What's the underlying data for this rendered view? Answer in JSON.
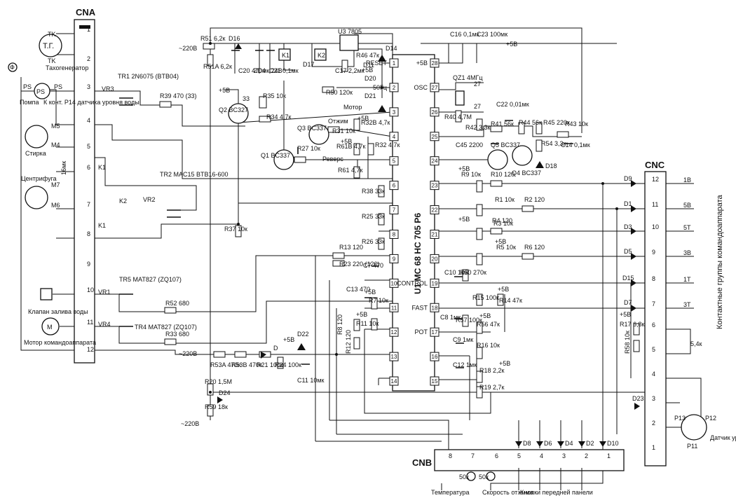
{
  "connectors": {
    "cna": {
      "name": "CNA",
      "pins": [
        {
          "n": "1"
        },
        {
          "n": "2"
        },
        {
          "n": "3"
        },
        {
          "n": "4"
        },
        {
          "n": "5"
        },
        {
          "n": "6"
        },
        {
          "n": "7"
        },
        {
          "n": "8"
        },
        {
          "n": "9"
        },
        {
          "n": "10"
        },
        {
          "n": "11"
        },
        {
          "n": "12"
        }
      ]
    },
    "cnc": {
      "name": "CNC",
      "pins": [
        {
          "n": "12"
        },
        {
          "n": "11"
        },
        {
          "n": "10"
        },
        {
          "n": "9"
        },
        {
          "n": "8"
        },
        {
          "n": "7"
        },
        {
          "n": "6"
        },
        {
          "n": "5"
        },
        {
          "n": "4"
        },
        {
          "n": "3"
        },
        {
          "n": "2"
        },
        {
          "n": "1"
        }
      ],
      "side_label": "Контактные группы командоаппарата",
      "outputs": [
        "1В",
        "5В",
        "5Т",
        "3В",
        "1Т",
        "3Т"
      ]
    },
    "cnb": {
      "name": "CNB",
      "pins": [
        {
          "n": "8"
        },
        {
          "n": "7"
        },
        {
          "n": "6"
        },
        {
          "n": "5"
        },
        {
          "n": "4"
        },
        {
          "n": "3"
        },
        {
          "n": "2"
        },
        {
          "n": "1"
        }
      ]
    }
  },
  "ic": {
    "name": "U1 MC 68 HC 705 P6",
    "left_pins": [
      {
        "n": "1",
        "label": "RESET"
      },
      {
        "n": "2",
        "label": "50Гц"
      },
      {
        "n": "3",
        "label": ""
      },
      {
        "n": "4",
        "label": ""
      },
      {
        "n": "5",
        "label": ""
      },
      {
        "n": "6",
        "label": ""
      },
      {
        "n": "7",
        "label": ""
      },
      {
        "n": "8",
        "label": ""
      },
      {
        "n": "9",
        "label": ""
      },
      {
        "n": "10",
        "label": ""
      },
      {
        "n": "11",
        "label": ""
      },
      {
        "n": "12",
        "label": ""
      },
      {
        "n": "13",
        "label": ""
      },
      {
        "n": "14",
        "label": ""
      }
    ],
    "right_pins": [
      {
        "n": "28",
        "label": "+5В"
      },
      {
        "n": "27",
        "label": "OSC"
      },
      {
        "n": "26",
        "label": ""
      },
      {
        "n": "25",
        "label": ""
      },
      {
        "n": "24",
        "label": ""
      },
      {
        "n": "23",
        "label": ""
      },
      {
        "n": "22",
        "label": ""
      },
      {
        "n": "21",
        "label": ""
      },
      {
        "n": "20",
        "label": ""
      },
      {
        "n": "19",
        "label": "CONTROL"
      },
      {
        "n": "18",
        "label": "FAST"
      },
      {
        "n": "17",
        "label": "POT"
      },
      {
        "n": "16",
        "label": ""
      },
      {
        "n": "15",
        "label": ""
      }
    ]
  },
  "devices": {
    "tacho": {
      "symbol": "Т.Г.",
      "name": "Тахогенератор",
      "t1": "TK",
      "t2": "TK"
    },
    "pump": {
      "symbol": "PS",
      "name": "Помпа",
      "t1": "PS",
      "t2": "PS"
    },
    "level_contact": "К конт. P14 датчика уровня воды",
    "phi": "Ф",
    "wash": {
      "name": "Стирка",
      "m1": "M5",
      "m2": "M4"
    },
    "spin": {
      "name": "Центрифуга",
      "m1": "M7",
      "m2": "M6"
    },
    "cap16": "16мк",
    "valve": "Клапан залива воды",
    "cmotor": {
      "symbol": "M",
      "name": "Мотор командоаппарата"
    },
    "level_sensor": {
      "name": "Датчик уровня воды",
      "p11": "P11",
      "p12": "P12",
      "p13": "P13"
    },
    "mains_top": "~220В",
    "mains_mid": "~220В",
    "mains_low": "~220В"
  },
  "parts": {
    "tr1": "TR1 2N6075 (BTB04)",
    "vr3": "VR3",
    "r39": "R39 470 (33)",
    "q2": "Q2 BC327",
    "r33": "33",
    "p5v_q2": "+5В",
    "r35": "R35 10к",
    "r34": "R34 4,7к",
    "motor": "Мотор",
    "q1": "Q1 BC337",
    "r27": "R27 10к",
    "reverse": "Реверс",
    "q3": "Q3 BC337",
    "otzhim": "Отжим",
    "r31": "R31 10к",
    "r32b": "R32B 4,7к",
    "r32": "R32 4,7к",
    "r61b": "R61B 4,7к",
    "r61": "R61 4,7к",
    "p5v_q3": "+5В",
    "p5v_r61": "+5В",
    "k1_top": "K1",
    "k2_top": "K2",
    "k1_a": "K1",
    "k1_b": "K1",
    "k2": "K2",
    "tr2": "TR2 MAC15 BTB16-600",
    "vr2": "VR2",
    "r37": "R37 10к",
    "r51": "R51 6,2к",
    "d16": "D16",
    "r51a": "R51A 6,2к",
    "c20": "C20 470мк 24В",
    "zd4": "ZD4",
    "c21": "C21 0,1мк",
    "u3": "U3 7805",
    "r46": "R46 47к",
    "d14": "D14",
    "d11": "D11",
    "d17": "D17",
    "c17": "C17 2,2мк",
    "p5v_d20": "+5В",
    "d20": "D20",
    "d21": "D21",
    "r50": "R50 120к",
    "c16": "C16 0,1мк",
    "c23": "C23 100мк",
    "p5v_c23": "+5В",
    "qz1": "QZ1 4МГц",
    "c27a": "27",
    "c27b": "27",
    "r40": "R40 4,7М",
    "c22": "C22 0,01мк",
    "r42": "R42 3,3к",
    "r41": "R41 56к",
    "r44": "R44 56к",
    "r45": "R45 220к",
    "r43": "R43 10к",
    "c45": "C45 2200",
    "q5": "Q5 BC337",
    "q4": "Q4 BC337",
    "r54": "R54 3,3к",
    "d18": "D18",
    "c14": "C14 0,1мк",
    "r9": "R9 10к",
    "r10": "R10 120",
    "r1": "R1 10к",
    "r2": "R2 120",
    "r3": "R3 10к",
    "r4": "R4 120",
    "r5": "R5 10к",
    "r6": "R6 120",
    "p5v_r9": "+5В",
    "p5v_r3": "+5В",
    "p5v_r5": "+5В",
    "d9": "D9",
    "d1": "D1",
    "d3": "D3",
    "d5": "D5",
    "d15": "D15",
    "d7": "D7",
    "p5v_r17": "+5В",
    "r17": "R17 6,8к",
    "r58": "R58 10к",
    "rt": "5,4к",
    "d23": "D23",
    "r38": "R38 33к",
    "r25": "R25 33к",
    "r26": "R26 33к",
    "r13": "R13 120",
    "r23": "R23 220 (120)",
    "c7": "C7 470",
    "c13": "C13 470",
    "p5v_r7": "+5В",
    "r7": "R7 10к",
    "r8": "R8 120",
    "p5v_r11": "+5В",
    "r11": "R11 10к",
    "r12": "R12 120",
    "c10": "C10 1мк",
    "r60": "R60 270к",
    "r15": "R15 100к",
    "p5v_r14": "+5В",
    "r14": "R14 47к",
    "c8": "C8 1мк",
    "r57": "R57 100к",
    "p5v_r56": "+5В",
    "r56": "R56 47к",
    "c9": "C9 1мк",
    "r16": "R16 10к",
    "c12": "C12 1мк",
    "p5v_r18": "+5В",
    "r18": "R18 2,2к",
    "r19": "R19 2,7к",
    "tr5": "TR5 MAT827 (ZQ107)",
    "vr1": "VR1",
    "r52": "R52 680",
    "tr4": "TR4 MAT827 (ZQ107)",
    "vr4": "VR4",
    "r33b": "R33 680",
    "p5v_d22": "+5В",
    "d22": "D22",
    "d_small": "D",
    "r53a": "R53A 470к",
    "r53b": "R53B 470к",
    "r21": "R21 100к",
    "r24": "R24 100к",
    "c11": "C11 10мк",
    "r20": "R20 1,5М",
    "d24": "D24",
    "r59": "R59 18к",
    "d8": "D8",
    "d6": "D6",
    "d4": "D4",
    "d2": "D2",
    "d10": "D10",
    "pot_temp": "50к",
    "pot_speed": "50к",
    "temp_label": "Температура",
    "speed_label": "Скорость отжима",
    "buttons_label": "Кнопки передней панели"
  }
}
